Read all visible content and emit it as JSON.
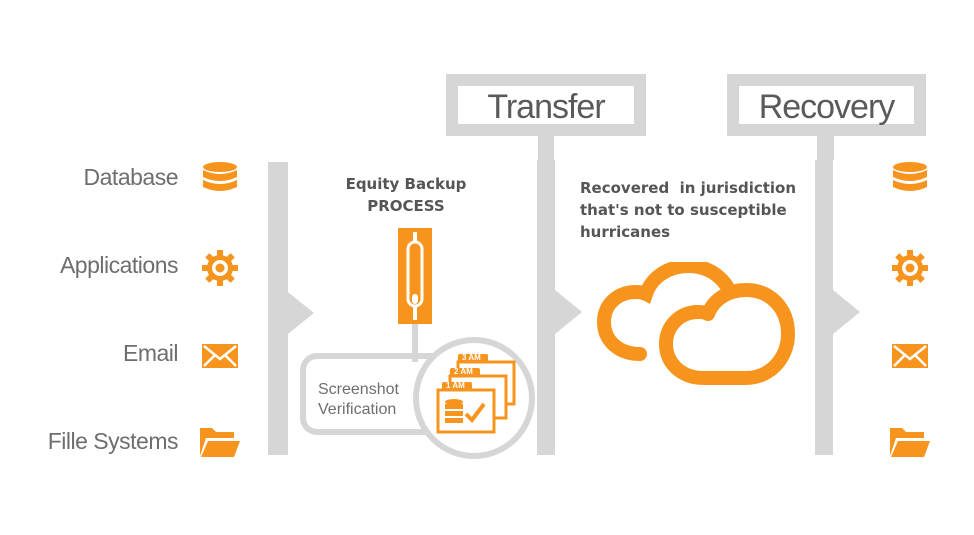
{
  "headers": {
    "transfer": "Transfer",
    "recovery": "Recovery"
  },
  "sources": [
    {
      "label": "Database",
      "icon": "database-icon"
    },
    {
      "label": "Applications",
      "icon": "gear-icon"
    },
    {
      "label": "Email",
      "icon": "envelope-icon"
    },
    {
      "label": "Fille Systems",
      "icon": "folder-icon"
    }
  ],
  "backup": {
    "title_line1": "Equity Backup",
    "title_line2": "PROCESS"
  },
  "verification": {
    "line1": "Screenshot",
    "line2": "Verification",
    "snapshots": [
      "3 AM",
      "2 AM",
      "1 AM"
    ]
  },
  "recovery_note": {
    "line1": "Recovered  in jurisdiction",
    "line2": "that's not to susceptible",
    "line3": "hurricanes"
  },
  "colors": {
    "accent": "#f7941d",
    "gray_line": "#d6d6d6",
    "text": "#6e6e6e"
  }
}
